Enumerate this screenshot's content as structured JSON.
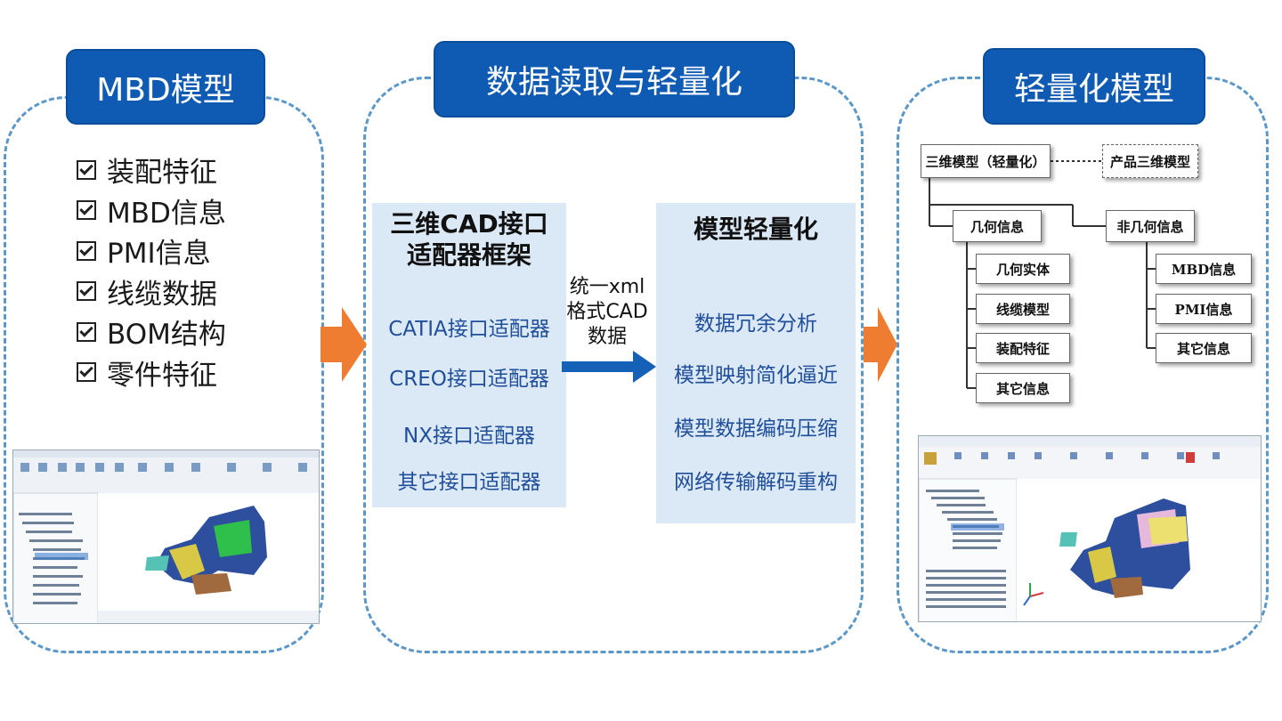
{
  "panel_left": {
    "tab_label": "MBD模型",
    "items": [
      "装配特征",
      "MBD信息",
      "PMI信息",
      "线缆数据",
      "BOM结构",
      "零件特征"
    ]
  },
  "panel_middle": {
    "tab_label": "数据读取与轻量化",
    "left_box": {
      "title_line1": "三维CAD接口",
      "title_line2": "适配器框架",
      "items": [
        "CATIA接口适配器",
        "CREO接口适配器",
        "NX接口适配器",
        "其它接口适配器"
      ]
    },
    "connector": {
      "line1": "统一xml",
      "line2": "格式CAD",
      "line3": "数据"
    },
    "right_box": {
      "title": "模型轻量化",
      "items": [
        "数据冗余分析",
        "模型映射简化逼近",
        "模型数据编码压缩",
        "网络传输解码重构"
      ]
    }
  },
  "panel_right": {
    "tab_label": "轻量化模型",
    "tree": {
      "root": "三维模型（轻量化）",
      "linked": "产品三维模型",
      "geo": "几何信息",
      "nongeo": "非几何信息",
      "geo_children": [
        "几何实体",
        "线缆模型",
        "装配特征",
        "其它信息"
      ],
      "nongeo_children": [
        "MBD信息",
        "PMI信息",
        "其它信息"
      ]
    }
  },
  "colors": {
    "tab_blue": "#0f5bb4",
    "dash_blue": "#5b97c9",
    "box_blue": "#dbe8f5",
    "arrow_orange": "#ee7d31",
    "item_text_blue": "#1f4e9a"
  }
}
